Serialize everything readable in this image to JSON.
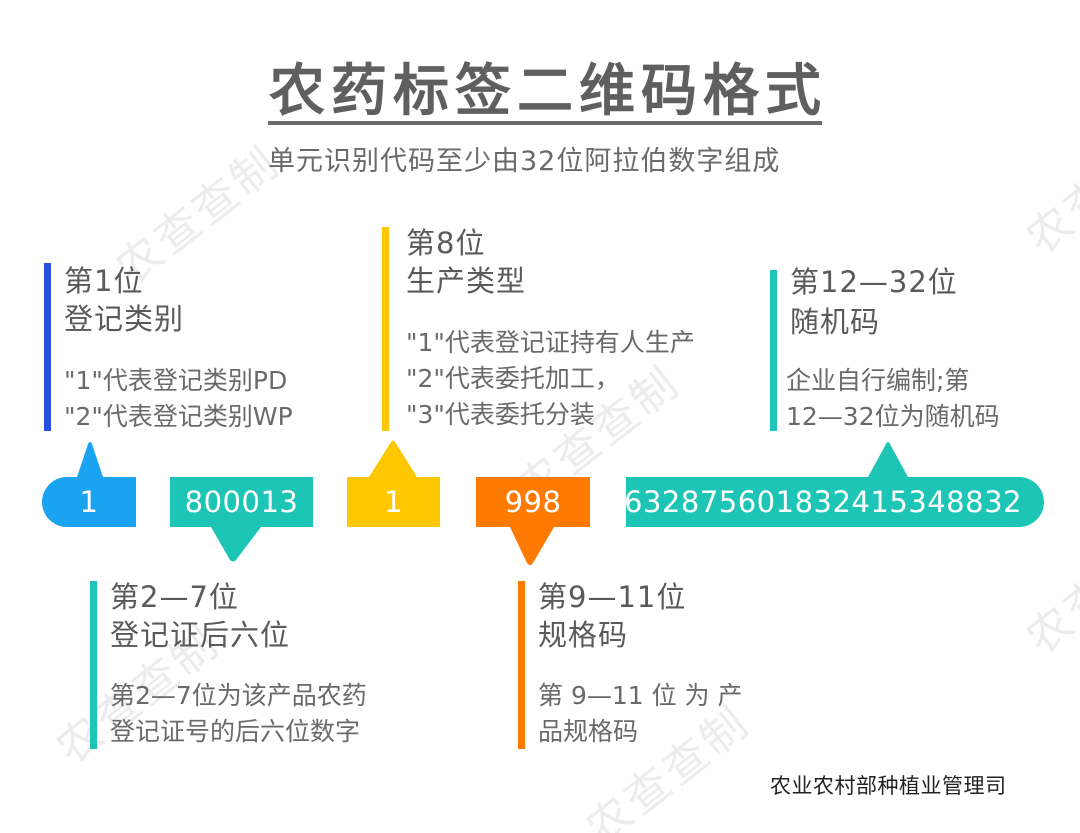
{
  "title": "农药标签二维码格式",
  "subtitle": "单元识别代码至少由32位阿拉伯数字组成",
  "watermark": "农查查制",
  "colors": {
    "blue_bar": "#2B4FE0",
    "blue_tag": "#1AA3F0",
    "teal": "#1CC5B5",
    "yellow": "#FFC700",
    "orange": "#FF7A00",
    "title_gray": "#5F5F5F"
  },
  "segments": [
    {
      "position": "第1位",
      "name": "登记类别",
      "desc": [
        "\"1\"代表登记类别PD",
        "\"2\"代表登记类别WP"
      ],
      "code": "1"
    },
    {
      "position": "第2—7位",
      "name": "登记证后六位",
      "desc": [
        "第2—7位为该产品农药",
        "登记证号的后六位数字"
      ],
      "code": "800013"
    },
    {
      "position": "第8位",
      "name": "生产类型",
      "desc": [
        "\"1\"代表登记证持有人生产",
        "\"2\"代表委托加工，",
        "\"3\"代表委托分装"
      ],
      "code": "1"
    },
    {
      "position": "第9—11位",
      "name": "规格码",
      "desc": [
        "第 9—11 位 为 产",
        "品规格码"
      ],
      "code": "998"
    },
    {
      "position": "第12—32位",
      "name": "随机码",
      "desc": [
        "企业自行编制;第",
        "12—32位为随机码"
      ],
      "code": "632875601832415348832"
    }
  ],
  "footer": "农业农村部种植业管理司"
}
